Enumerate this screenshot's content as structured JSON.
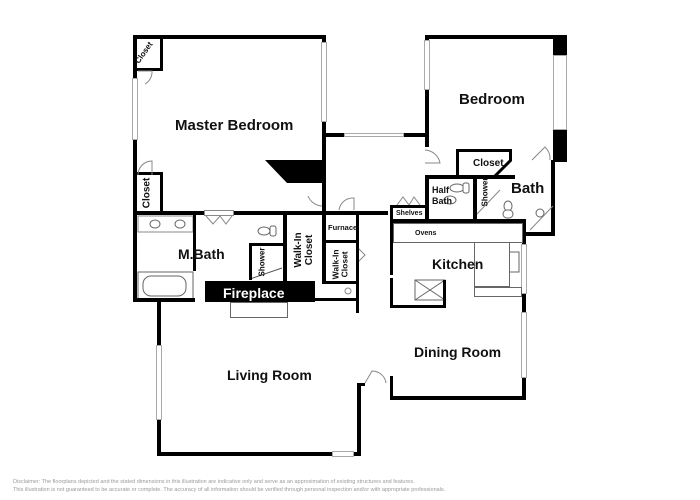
{
  "floorplan": {
    "rooms": {
      "master_bedroom": "Master Bedroom",
      "closet_top": "Closet",
      "closet_left": "Closet",
      "bedroom": "Bedroom",
      "bedroom_closet": "Closet",
      "bath": "Bath",
      "half_bath": "Half Bath",
      "shower_bath": "Shower",
      "shelves": "Shelves",
      "ovens": "Ovens",
      "kitchen": "Kitchen",
      "m_bath": "M.Bath",
      "shower_mbath": "Shower",
      "walk_in_closet_1": "Walk-In Closet",
      "walk_in_closet_2": "Walk-In Closet",
      "furnace": "Furnace",
      "fireplace": "Fireplace",
      "living_room": "Living Room",
      "dining_room": "Dining Room"
    },
    "colors": {
      "wall": "#000000",
      "background": "#ffffff",
      "window": "#aaaaaa",
      "disclaimer": "#9a9a9a"
    }
  },
  "disclaimer": {
    "line1": "Disclaimer: The floorplans depicted and the stated dimensions in this illustration are indicative only and serve as an approximation of existing structures and features.",
    "line2": "This illustration is not guaranteed to be accurate or complete. The accuracy of all information should be verified through personal inspection and/or with appropriate professionals."
  }
}
